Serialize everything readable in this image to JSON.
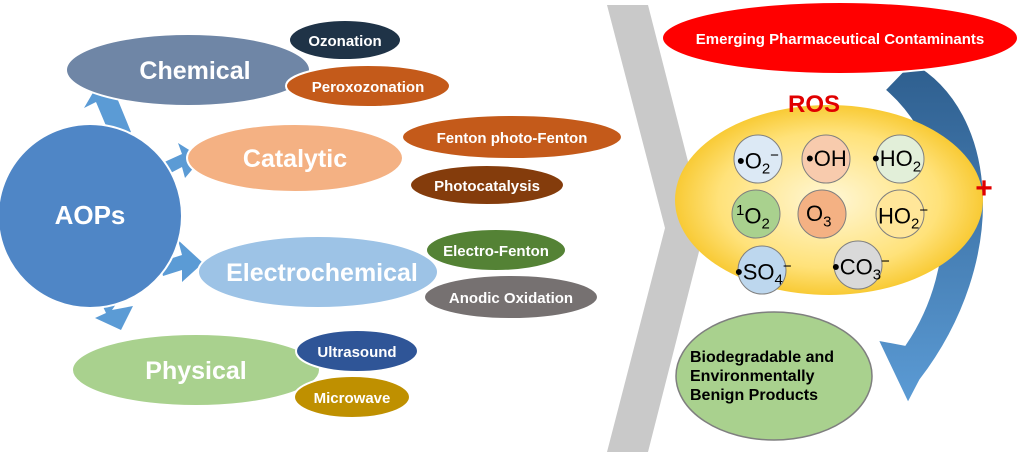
{
  "center": {
    "label": "AOPs",
    "color": "#4f86c6"
  },
  "categories": [
    {
      "label": "Chemical",
      "color": "#6f86a6",
      "text_color": "#ffffff",
      "subs": [
        {
          "label": "Ozonation",
          "color": "#1f3347"
        },
        {
          "label": "Peroxozonation",
          "color": "#c45a1a"
        }
      ]
    },
    {
      "label": "Catalytic",
      "color": "#f4b183",
      "text_color": "#ffffff",
      "subs": [
        {
          "label": "Fenton photo-Fenton",
          "color": "#c45a1a"
        },
        {
          "label": "Photocatalysis",
          "color": "#843c0c"
        }
      ]
    },
    {
      "label": "Electrochemical",
      "color": "#9dc3e6",
      "text_color": "#ffffff",
      "subs": [
        {
          "label": "Electro-Fenton",
          "color": "#548235"
        },
        {
          "label": "Anodic Oxidation",
          "color": "#767171"
        }
      ]
    },
    {
      "label": "Physical",
      "color": "#a9d18e",
      "text_color": "#ffffff",
      "subs": [
        {
          "label": "Ultrasound",
          "color": "#2f5597"
        },
        {
          "label": "Microwave",
          "color": "#bf9000"
        }
      ]
    }
  ],
  "contaminants": {
    "label": "Emerging Pharmaceutical Contaminants",
    "color": "#ff0000"
  },
  "ros": {
    "title": "ROS",
    "title_color": "#e00000",
    "plus": "+",
    "species": [
      {
        "id": "superoxide",
        "pre": "•",
        "main": "O",
        "sub": "2",
        "sup": "−",
        "color": "#dce9f5"
      },
      {
        "id": "hydroxyl",
        "pre": "•",
        "main": "OH",
        "sub": "",
        "sup": "",
        "color": "#f8cbad"
      },
      {
        "id": "hydroperoxyl",
        "pre": "•",
        "main": "HO",
        "sub": "2",
        "sup": "",
        "color": "#e2efd9"
      },
      {
        "id": "singlet-oxygen",
        "pre": "1",
        "main": "O",
        "sub": "2",
        "sup": "",
        "color": "#a9d18e"
      },
      {
        "id": "ozone",
        "pre": "",
        "main": "O",
        "sub": "3",
        "sup": "",
        "color": "#f4b183"
      },
      {
        "id": "hydroperoxide",
        "pre": "",
        "main": "HO",
        "sub": "2",
        "sup": "−",
        "color": "#ffe699"
      },
      {
        "id": "sulfate-radical",
        "pre": "•",
        "main": "SO",
        "sub": "4",
        "sup": "−",
        "color": "#bdd7ee"
      },
      {
        "id": "carbonate-radical",
        "pre": "•",
        "main": "CO",
        "sub": "3",
        "sup": "−",
        "color": "#d9d9d9"
      }
    ]
  },
  "result": {
    "lines": [
      "Biodegradable and",
      "Environmentally",
      "Benign Products"
    ],
    "color": "#a9d18e"
  }
}
